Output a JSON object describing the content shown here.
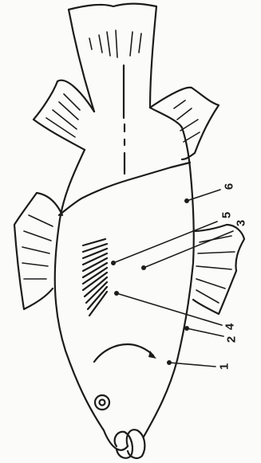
{
  "labels": {
    "p1": "1",
    "p2": "2",
    "p3": "3",
    "p4": "4",
    "p5": "5",
    "p6": "6"
  }
}
